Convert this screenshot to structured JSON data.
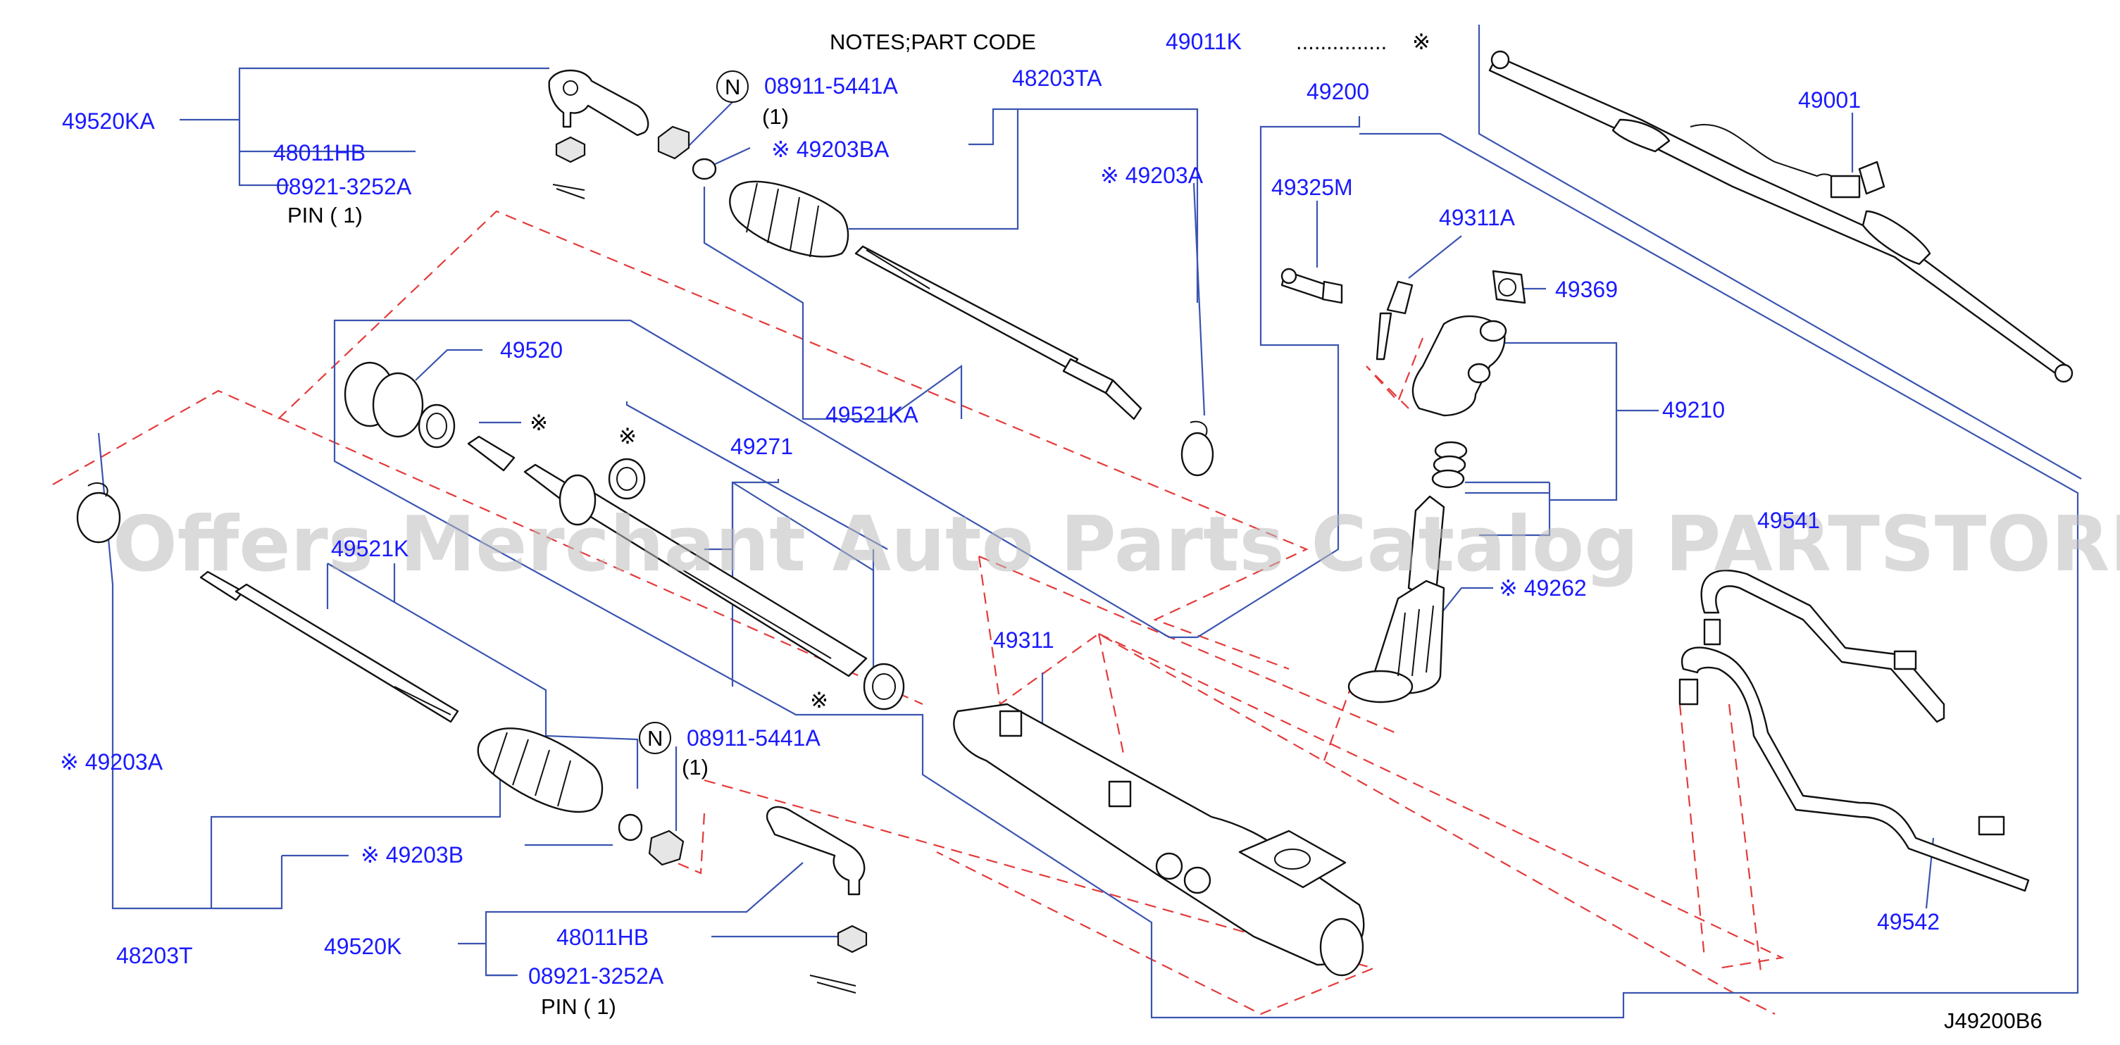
{
  "notes": {
    "heading": "NOTES;PART   CODE",
    "code": "49011K",
    "dots": "...............",
    "mark": "※"
  },
  "labels": {
    "l49520KA": "49520KA",
    "l48011HB_top": "48011HB",
    "l08921_top": "08921-3252A",
    "pin_top": "PIN  ( 1)",
    "n_top": "N",
    "l08911_top": "08911-5441A",
    "qty_top": "(1)",
    "l48203TA": "48203TA",
    "l49203BA": "※ 49203BA",
    "l49203A_top": "※ 49203A",
    "l49200": "49200",
    "l49001": "49001",
    "l49325M": "49325M",
    "l49311A": "49311A",
    "l49369": "49369",
    "l49520": "49520",
    "mark_seal": "※",
    "mark_ring": "※",
    "l49271": "49271",
    "l49521KA": "49521KA",
    "l49210": "49210",
    "l49541": "49541",
    "l49262": "※ 49262",
    "l49521K": "49521K",
    "l49311": "49311",
    "mark_bush": "※",
    "n_bottom": "N",
    "l08911_bottom": "08911-5441A",
    "qty_bottom": "(1)",
    "l49203A_left": "※ 49203A",
    "l49203B": "※ 49203B",
    "l48203T": "48203T",
    "l49520K": "49520K",
    "l48011HB_bottom": "48011HB",
    "l08921_bottom": "08921-3252A",
    "pin_bottom": "PIN  ( 1)",
    "l49542": "49542",
    "diagram_code": "J49200B6"
  },
  "watermark": "Offers Merchant Auto Parts Catalog PARTSTORE.SA",
  "colors": {
    "label": "#1a1aff",
    "leader": "#3a54b0",
    "dashed": "#e43a3a",
    "watermark": "#bdbdbd"
  }
}
